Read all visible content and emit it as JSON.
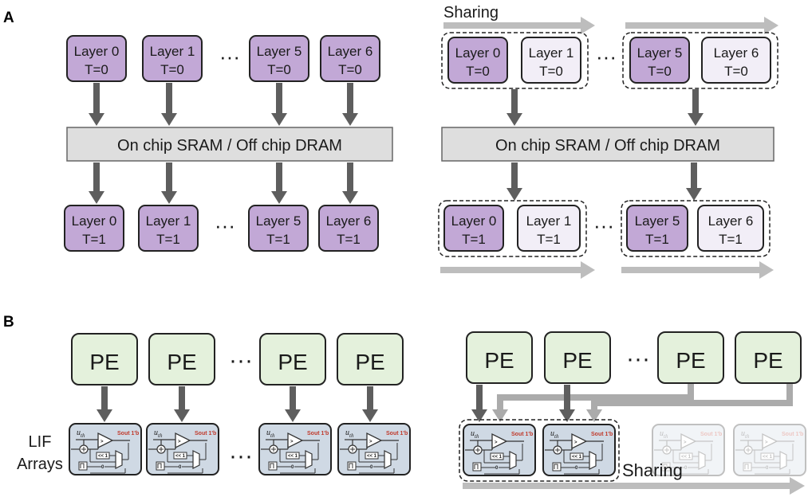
{
  "panel_a": {
    "label": "A",
    "layers_t0": [
      {
        "name": "Layer 0",
        "time": "T=0"
      },
      {
        "name": "Layer 1",
        "time": "T=0"
      },
      {
        "name": "Layer 5",
        "time": "T=0"
      },
      {
        "name": "Layer 6",
        "time": "T=0"
      }
    ],
    "layers_t1": [
      {
        "name": "Layer 0",
        "time": "T=1"
      },
      {
        "name": "Layer 1",
        "time": "T=1"
      },
      {
        "name": "Layer 5",
        "time": "T=1"
      },
      {
        "name": "Layer 6",
        "time": "T=1"
      }
    ],
    "memory_label": "On chip SRAM / Off chip DRAM",
    "sharing_label": "Sharing",
    "ellipsis": "···"
  },
  "panel_b": {
    "label": "B",
    "pe_label": "PE",
    "lif_label_line1": "LIF",
    "lif_label_line2": "Arrays",
    "sharing_label": "Sharing",
    "ellipsis": "···",
    "lif_uth": "u",
    "lif_uth_sub": "th",
    "lif_sout": "Sout 1'b",
    "lif_shift": "<< 1"
  },
  "colors": {
    "layer_dark": "#c2a8d6",
    "layer_light": "#f2eef7",
    "pe_fill": "#e4f1dc",
    "lif_fill": "#cfd9e4",
    "memory_fill": "#dedede",
    "arrow_dark": "#5e5e5e",
    "arrow_light": "#ababab",
    "sharing_arrow": "#bdbdbd"
  }
}
